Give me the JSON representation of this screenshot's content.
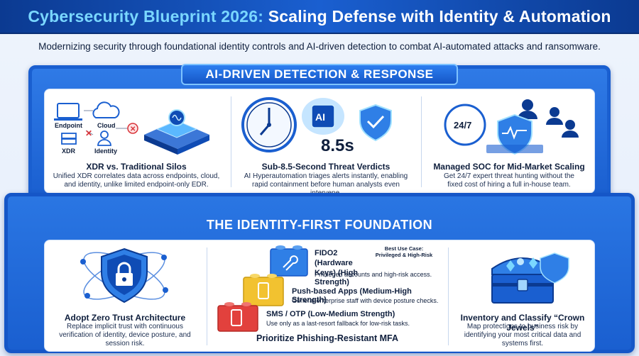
{
  "header": {
    "title_part1": "Cybersecurity Blueprint 2026:",
    "title_part2": "Scaling Defense with Identity & Automation",
    "subtitle": "Modernizing security through foundational identity controls and AI-driven detection to combat AI-automated attacks and ransomware."
  },
  "top_section": {
    "banner": "AI-DRIVEN DETECTION & RESPONSE",
    "cards": [
      {
        "labels": [
          "Endpoint",
          "Cloud",
          "XDR",
          "Identity"
        ],
        "title": "XDR vs. Traditional Silos",
        "desc": "Unified XDR correlates data across endpoints, cloud, and identity, unlike limited endpoint-only EDR."
      },
      {
        "badge": "AI",
        "metric": "8.5s",
        "title": "Sub-8.5-Second Threat Verdicts",
        "desc": "AI Hyperautomation triages alerts instantly, enabling rapid containment before human analysts even intervene."
      },
      {
        "badge": "24/7",
        "title": "Managed SOC for Mid-Market Scaling",
        "desc": "Get 24/7 expert threat hunting without the fixed cost of hiring a full in-house team."
      }
    ]
  },
  "bottom_section": {
    "banner": "THE IDENTITY-FIRST FOUNDATION",
    "zero_trust": {
      "title": "Adopt Zero Trust Architecture",
      "desc": "Replace implicit trust with continuous verification of identity, device posture, and session risk."
    },
    "mfa": {
      "title": "Prioritize Phishing-Resistant MFA",
      "best_use": "Best Use Case: Privileged & High-Risk",
      "tiers": [
        {
          "name": "FIDO2 (Hardware Keys) (High Strength)",
          "desc": "Privileged accounts and high-risk access."
        },
        {
          "name": "Push-based Apps (Medium-High Strength)",
          "desc": "General enterprise staff with device posture checks."
        },
        {
          "name": "SMS / OTP (Low-Medium Strength)",
          "desc": "Use only as a last-resort fallback for low-risk tasks."
        }
      ]
    },
    "crown_jewels": {
      "title": "Inventory and Classify “Crown Jewels”",
      "desc": "Map protections to business risk by identifying your most critical data and systems first."
    }
  },
  "colors": {
    "primary_blue": "#1a5fd0",
    "cyan_accent": "#7ad7ff",
    "alert_red": "#d9343a",
    "lego_red": "#e2413d",
    "lego_yellow": "#f2c230",
    "lego_blue": "#2f7fe6"
  }
}
